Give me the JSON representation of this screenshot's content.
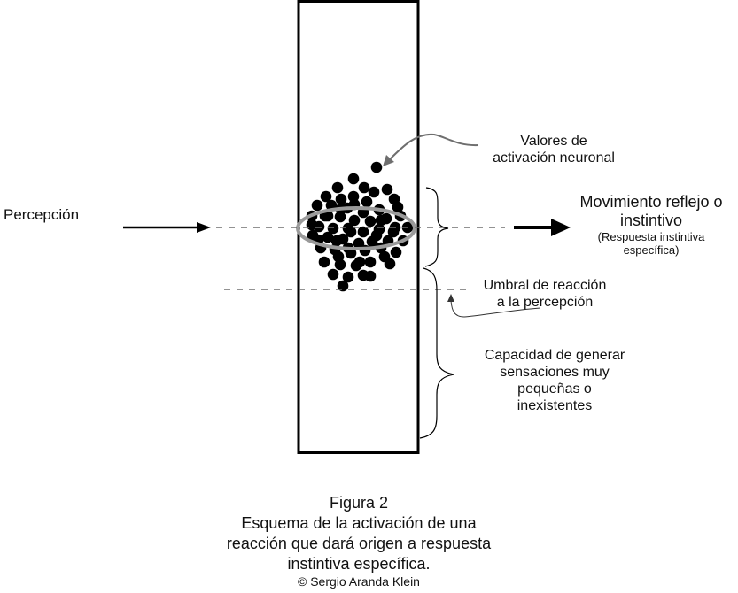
{
  "labels": {
    "perception": "Percepción",
    "activation_values": [
      "Valores de",
      "activación neuronal"
    ],
    "reflex_movement": [
      "Movimiento reflejo o",
      "instintivo"
    ],
    "reflex_movement_sub": [
      "(Respuesta instintiva",
      "específica)"
    ],
    "threshold": [
      "Umbral de reacción",
      "a la percepción"
    ],
    "capacity": [
      "Capacidad de generar",
      "sensaciones muy",
      "pequeñas o",
      "inexistentes"
    ]
  },
  "caption": {
    "figure": "Figura 2",
    "lines": [
      "Esquema de la activación de una",
      "reacción que dará origen a respuesta",
      "instintiva específica."
    ],
    "copyright": "© Sergio Aranda Klein"
  },
  "colors": {
    "ink": "#000000",
    "gray_line": "#6e6e6e",
    "ellipse": "#9a9a9a"
  },
  "neuron_count": 68
}
